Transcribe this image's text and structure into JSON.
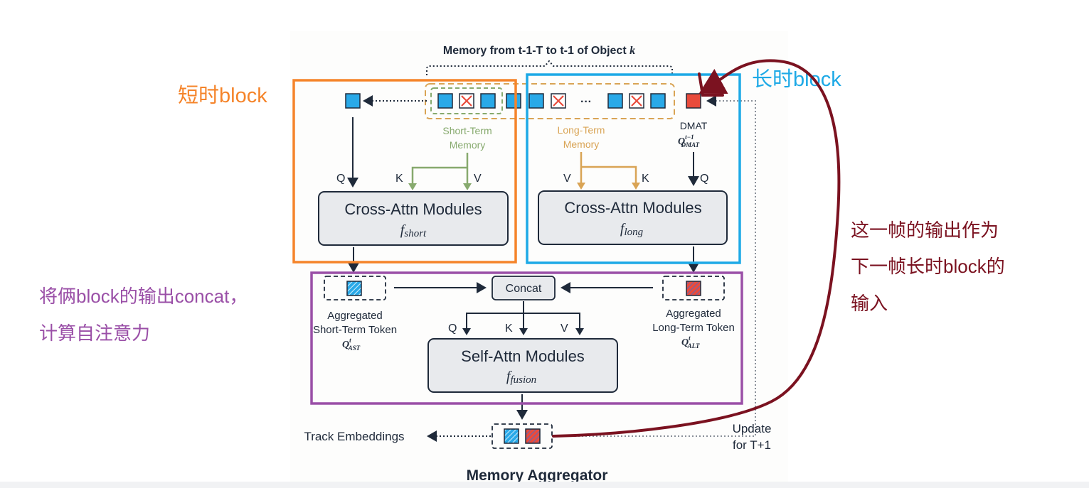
{
  "colors": {
    "orange": "#f5842a",
    "blue": "#1da9e6",
    "purple": "#9a4fa7",
    "darkred": "#7b1220",
    "token_blue": "#29a9e8",
    "token_red": "#e94b3c",
    "green": "#87aa6e",
    "gold": "#d9a455",
    "navy": "#1f2a3a",
    "module_fill": "#e8eaed"
  },
  "figure": {
    "title": "Memory from t-1-T to t-1 of Object",
    "title_var": "k",
    "short_term_memory": [
      "Short-Term",
      "Memory"
    ],
    "long_term_memory": [
      "Long-Term",
      "Memory"
    ],
    "ellipsis": "···",
    "dmat_label": "DMAT",
    "dmat_q": "Q",
    "dmat_sup": "t−1",
    "dmat_sub": "DMAT",
    "q": "Q",
    "k": "K",
    "v": "V",
    "cross_attn_left": "Cross-Attn Modules",
    "f_left": "f",
    "f_left_sub": "short",
    "cross_attn_right": "Cross-Attn Modules",
    "f_right": "f",
    "f_right_sub": "long",
    "concat": "Concat",
    "agg_short": [
      "Aggregated",
      "Short-Term Token"
    ],
    "ast_q": "Q",
    "ast_sup": "t",
    "ast_sub": "AST",
    "agg_long": [
      "Aggregated",
      "Long-Term Token"
    ],
    "alt_q": "Q",
    "alt_sup": "t",
    "alt_sub": "ALT",
    "self_attn": "Self-Attn Modules",
    "f_fusion": "f",
    "f_fusion_sub": "fusion",
    "track_embeddings": "Track Embeddings",
    "update": [
      "Update",
      "for T+1"
    ],
    "footer": "Memory Aggregator"
  },
  "annotations": {
    "short_block": "短时block",
    "long_block": "长时block",
    "concat_note": [
      "将俩block的输出concat，",
      "计算自注意力"
    ],
    "output_note": [
      "这一帧的输出作为",
      "下一帧长时block的",
      "输入"
    ]
  }
}
